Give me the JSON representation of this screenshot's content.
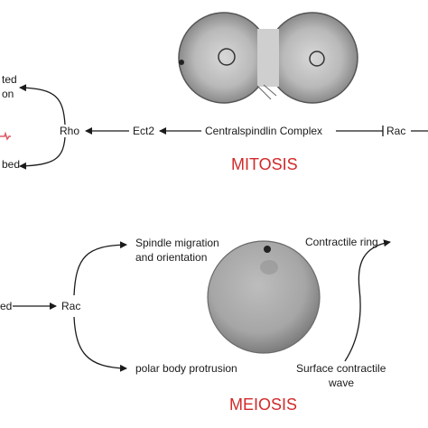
{
  "mitosis": {
    "title": "MITOSIS",
    "top_left_label_line1": "ted",
    "top_left_label_line2": "on",
    "bottom_left_label": "bed",
    "rho": "Rho",
    "ect2": "Ect2",
    "complex": "Centralspindlin Complex",
    "rac": "Rac"
  },
  "meiosis": {
    "title": "MEIOSIS",
    "left_label": "ed",
    "rac": "Rac",
    "spindle_line1": "Spindle migration",
    "spindle_line2": "and orientation",
    "polar_body": "polar body protrusion",
    "contractile_ring": "Contractile ring",
    "wave_line1": "Surface contractile",
    "wave_line2": "wave"
  },
  "colors": {
    "title": "#d12a2a",
    "accent_mark": "#e05a6a",
    "text": "#1a1a1a"
  }
}
